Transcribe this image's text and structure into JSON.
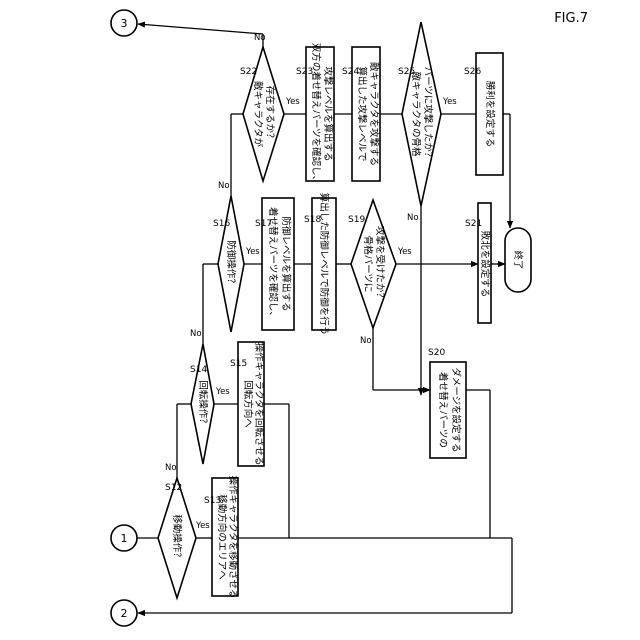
{
  "figure_label": "FIG.7",
  "connectors": {
    "c1": "1",
    "c2": "2",
    "c3": "3"
  },
  "steps": {
    "S12": {
      "id": "S12",
      "text": "移動操作？",
      "yes": "Yes",
      "no": "No"
    },
    "S13": {
      "id": "S13",
      "line1": "移動方向のエリアへ",
      "line2": "操作キャラクタを移動させる"
    },
    "S14": {
      "id": "S14",
      "text": "回転操作？",
      "yes": "Yes",
      "no": "No"
    },
    "S15": {
      "id": "S15",
      "line1": "回転方向へ",
      "line2": "操作キャラクタを回転させる"
    },
    "S16": {
      "id": "S16",
      "text": "防御操作？",
      "yes": "Yes",
      "no": "No"
    },
    "S17": {
      "id": "S17",
      "line1": "着せ替えパーツを確認し、",
      "line2": "防御レベルを算出する"
    },
    "S18": {
      "id": "S18",
      "text": "算出した防御レベルで防御を行う"
    },
    "S19": {
      "id": "S19",
      "line1": "骨格パーツに",
      "line2": "攻撃を受けたか？",
      "yes": "Yes",
      "no": "No"
    },
    "S20": {
      "id": "S20",
      "line1": "着せ替えパーツの",
      "line2": "ダメージを設定する"
    },
    "S21": {
      "id": "S21",
      "text": "敗北を設定する"
    },
    "S22": {
      "id": "S22",
      "line1": "敵キャラクタが",
      "line2": "存在するか？",
      "yes": "Yes",
      "no": "No"
    },
    "S23": {
      "id": "S23",
      "line1": "双方の着せ替えパーツを確認し、",
      "line2": "攻撃レベルを算出する"
    },
    "S24": {
      "id": "S24",
      "line1": "算出した攻撃レベルで",
      "line2": "敵キャラクタを攻撃する"
    },
    "S25": {
      "id": "S25",
      "line1": "敵キャラクタの骨格",
      "line2": "パーツに攻撃したか？",
      "yes": "Yes",
      "no": "No"
    },
    "S26": {
      "id": "S26",
      "text": "勝利を設定する"
    }
  },
  "end_label": "終了"
}
